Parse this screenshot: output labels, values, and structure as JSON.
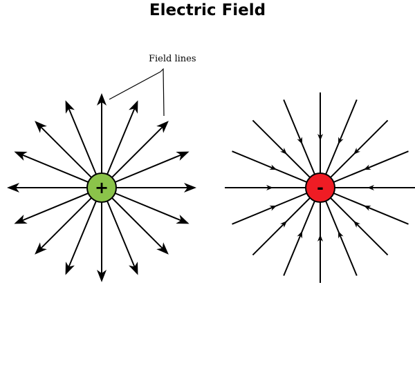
{
  "title": "Electric Field",
  "callout_label": "Field lines",
  "positive_charge": {
    "sign": "+",
    "color": "#8bc34a",
    "line_direction": "outward"
  },
  "negative_charge": {
    "sign": "-",
    "color": "#ef1c24",
    "line_direction": "inward"
  },
  "line_color": "#000000",
  "positive_line_count": 16,
  "negative_line_count": 16
}
